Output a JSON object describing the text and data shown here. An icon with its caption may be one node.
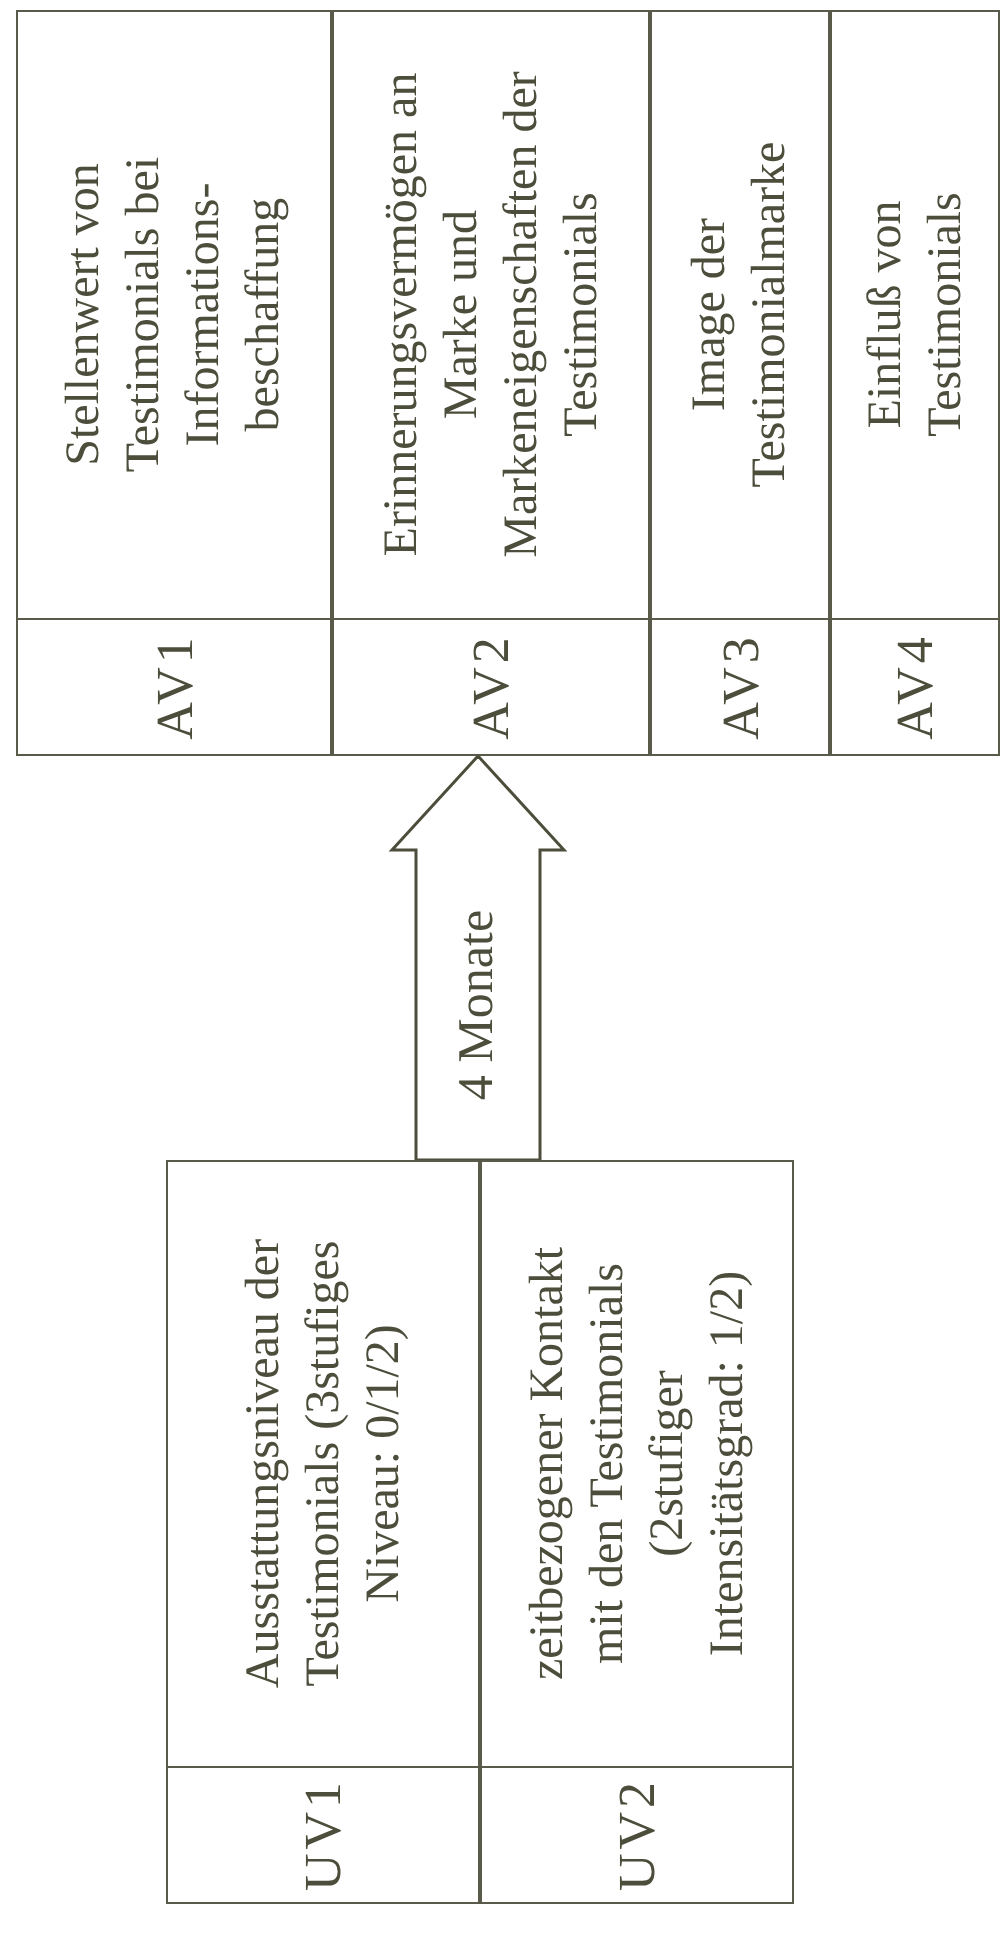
{
  "diagram": {
    "nodes": [
      {
        "text": [],
        "shape": "box"
      },
      {
        "text": [
          "UV1",
          "Ausstattungsniveau der Testimonials (3stufiges Niveau: 0/1/2)"
        ],
        "in": 0
      },
      {
        "text": [
          "UV2",
          "zeitbezogener Kontakt mit den Testimonials (2stufiger Intensitätsgrad: 1/2)"
        ],
        "in": 0
      },
      {
        "text": [],
        "shape": "box"
      },
      {
        "text": [
          "AV1",
          "Stellenwert von Testimonials bei Informations- beschaffung"
        ],
        "in": 3
      },
      {
        "text": [
          "AV2",
          "Erinnerungsvermögen an Marke und Markeneigenschaften der Testimonials"
        ],
        "in": 3
      },
      {
        "text": [
          "AV3",
          "Image der Testimonialmarke"
        ],
        "in": 3
      },
      {
        "text": [
          "AV4",
          "Einfluß von Testimonials"
        ],
        "in": 3
      }
    ],
    "edges": [
      {
        "from": 0,
        "to": 3,
        "arrow": "to",
        "label": "4 Monate",
        "style": "thick"
      }
    ]
  }
}
